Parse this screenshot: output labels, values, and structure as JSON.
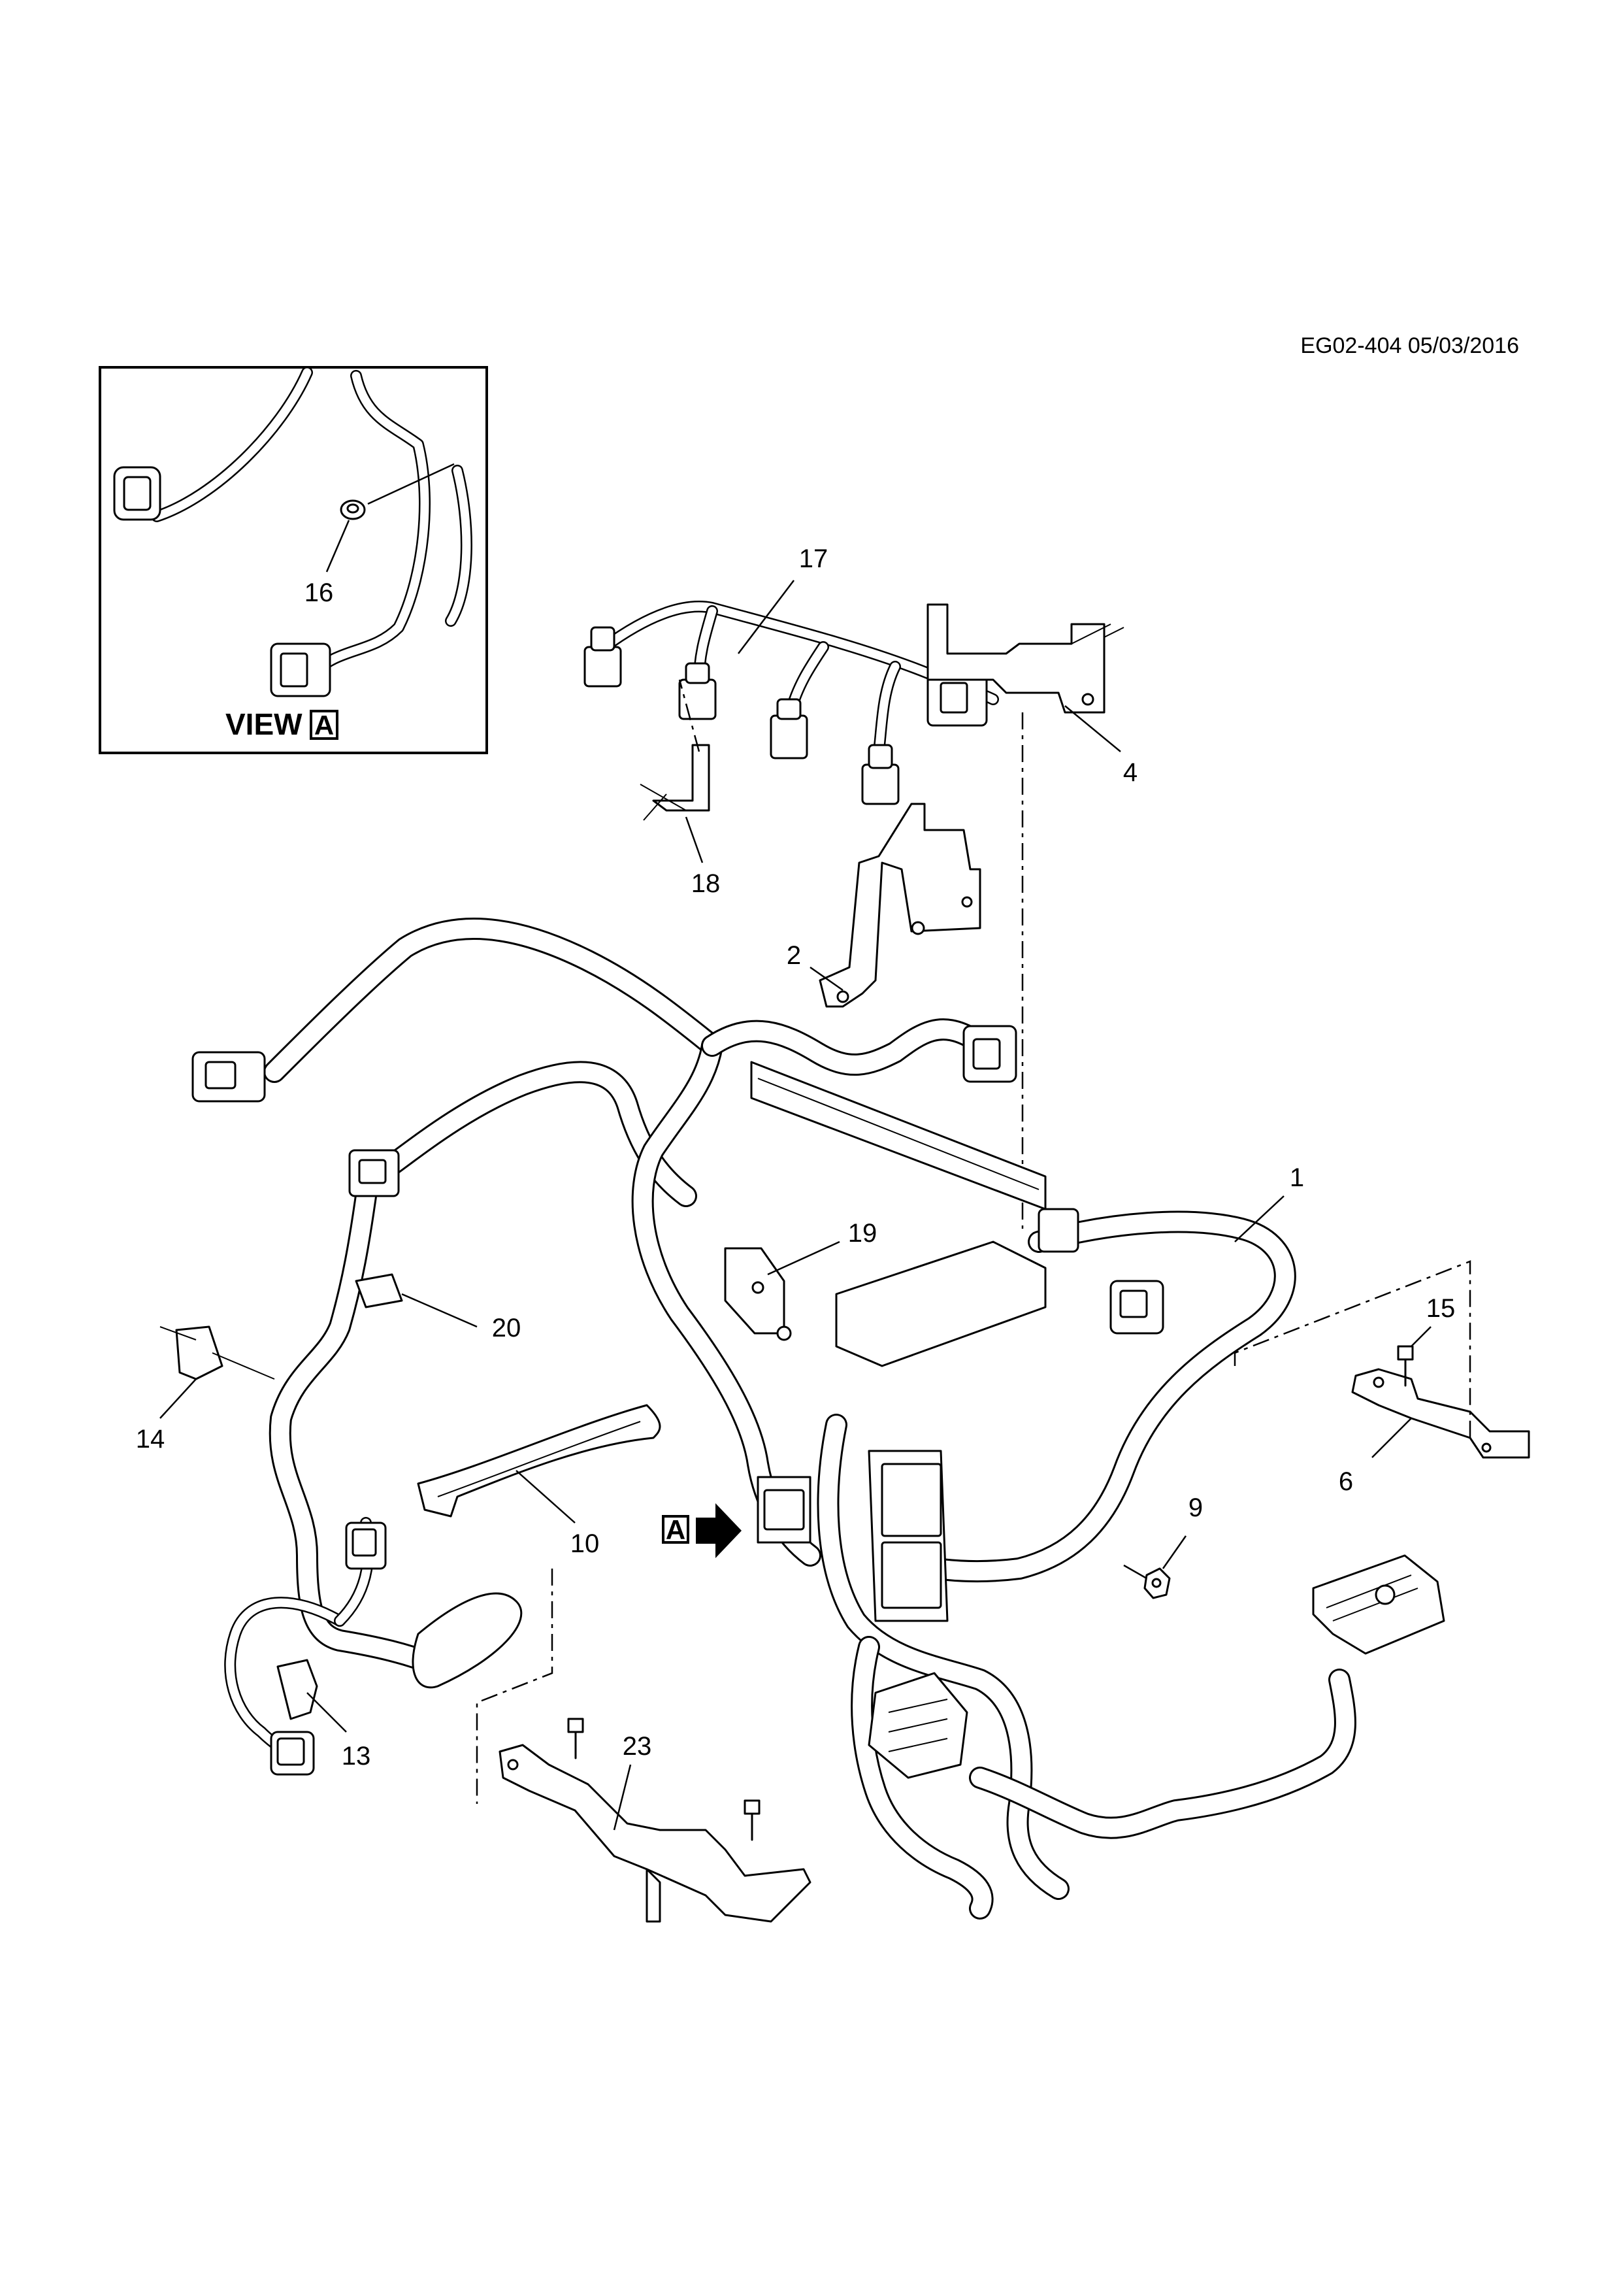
{
  "document": {
    "id_text": "EG02-404 05/03/2016"
  },
  "inset": {
    "view_word": "VIEW",
    "view_letter": "A",
    "callouts": [
      "16"
    ]
  },
  "view_marker": {
    "letter": "A"
  },
  "callouts": {
    "c1": "1",
    "c2": "2",
    "c4": "4",
    "c6": "6",
    "c9": "9",
    "c10": "10",
    "c13": "13",
    "c14": "14",
    "c15": "15",
    "c17": "17",
    "c18": "18",
    "c19": "19",
    "c20": "20",
    "c23": "23"
  }
}
